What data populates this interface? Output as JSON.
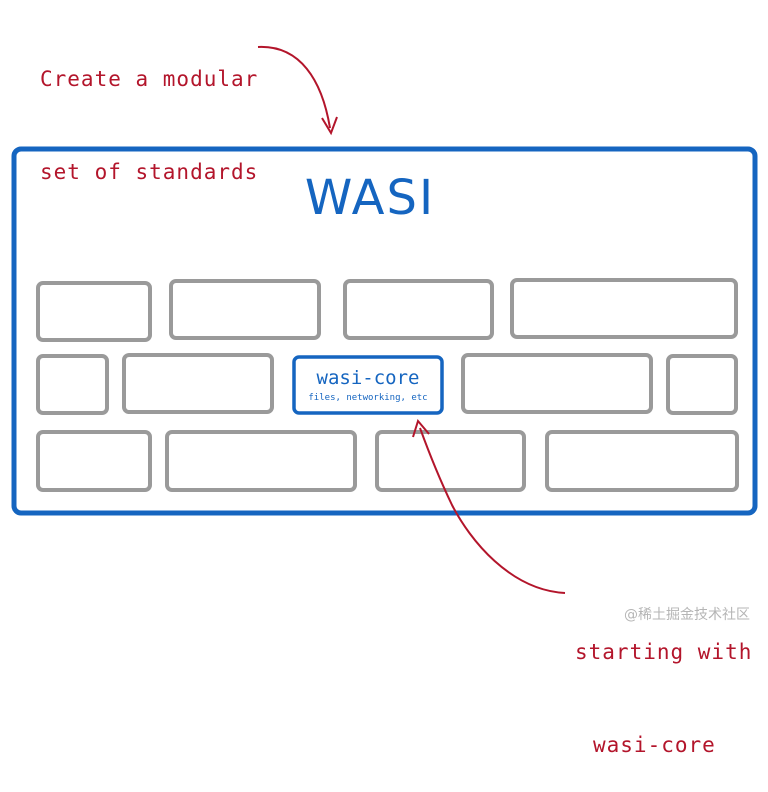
{
  "annotations": {
    "top_line1": "Create a modular",
    "top_line2": "set of standards",
    "bottom_line1": "starting with",
    "bottom_line2": "wasi-core"
  },
  "frame": {
    "title": "WASI",
    "core_module": {
      "title": "wasi-core",
      "subtitle": "files, networking, etc"
    }
  },
  "watermark": "@稀土掘金技术社区",
  "colors": {
    "annotation": "#b3152b",
    "frame": "#1565c0",
    "module_outline": "#9a9a9a"
  }
}
